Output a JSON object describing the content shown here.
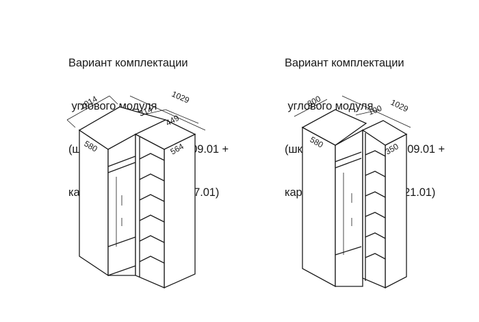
{
  "left": {
    "caption": [
      "Вариант комплектации",
      " углового модуля",
      "(шкаф угловой ПМ-102.09.01 +",
      "каркас шкафа ПМ-102.07.01)"
    ],
    "dims": {
      "d1014": "1014",
      "d1029": "1029",
      "d314": "314",
      "d449": "449",
      "d580": "580",
      "d564": "564"
    }
  },
  "right": {
    "caption": [
      "Вариант комплектации",
      " углового модуля",
      "(шкаф угловой ПМ-102.09.01 +",
      "каркас шкафа ПМ-102.21.01)"
    ],
    "dims": {
      "d800": "800",
      "d100": "100",
      "d1029": "1029",
      "d580": "580",
      "d350": "350"
    }
  }
}
